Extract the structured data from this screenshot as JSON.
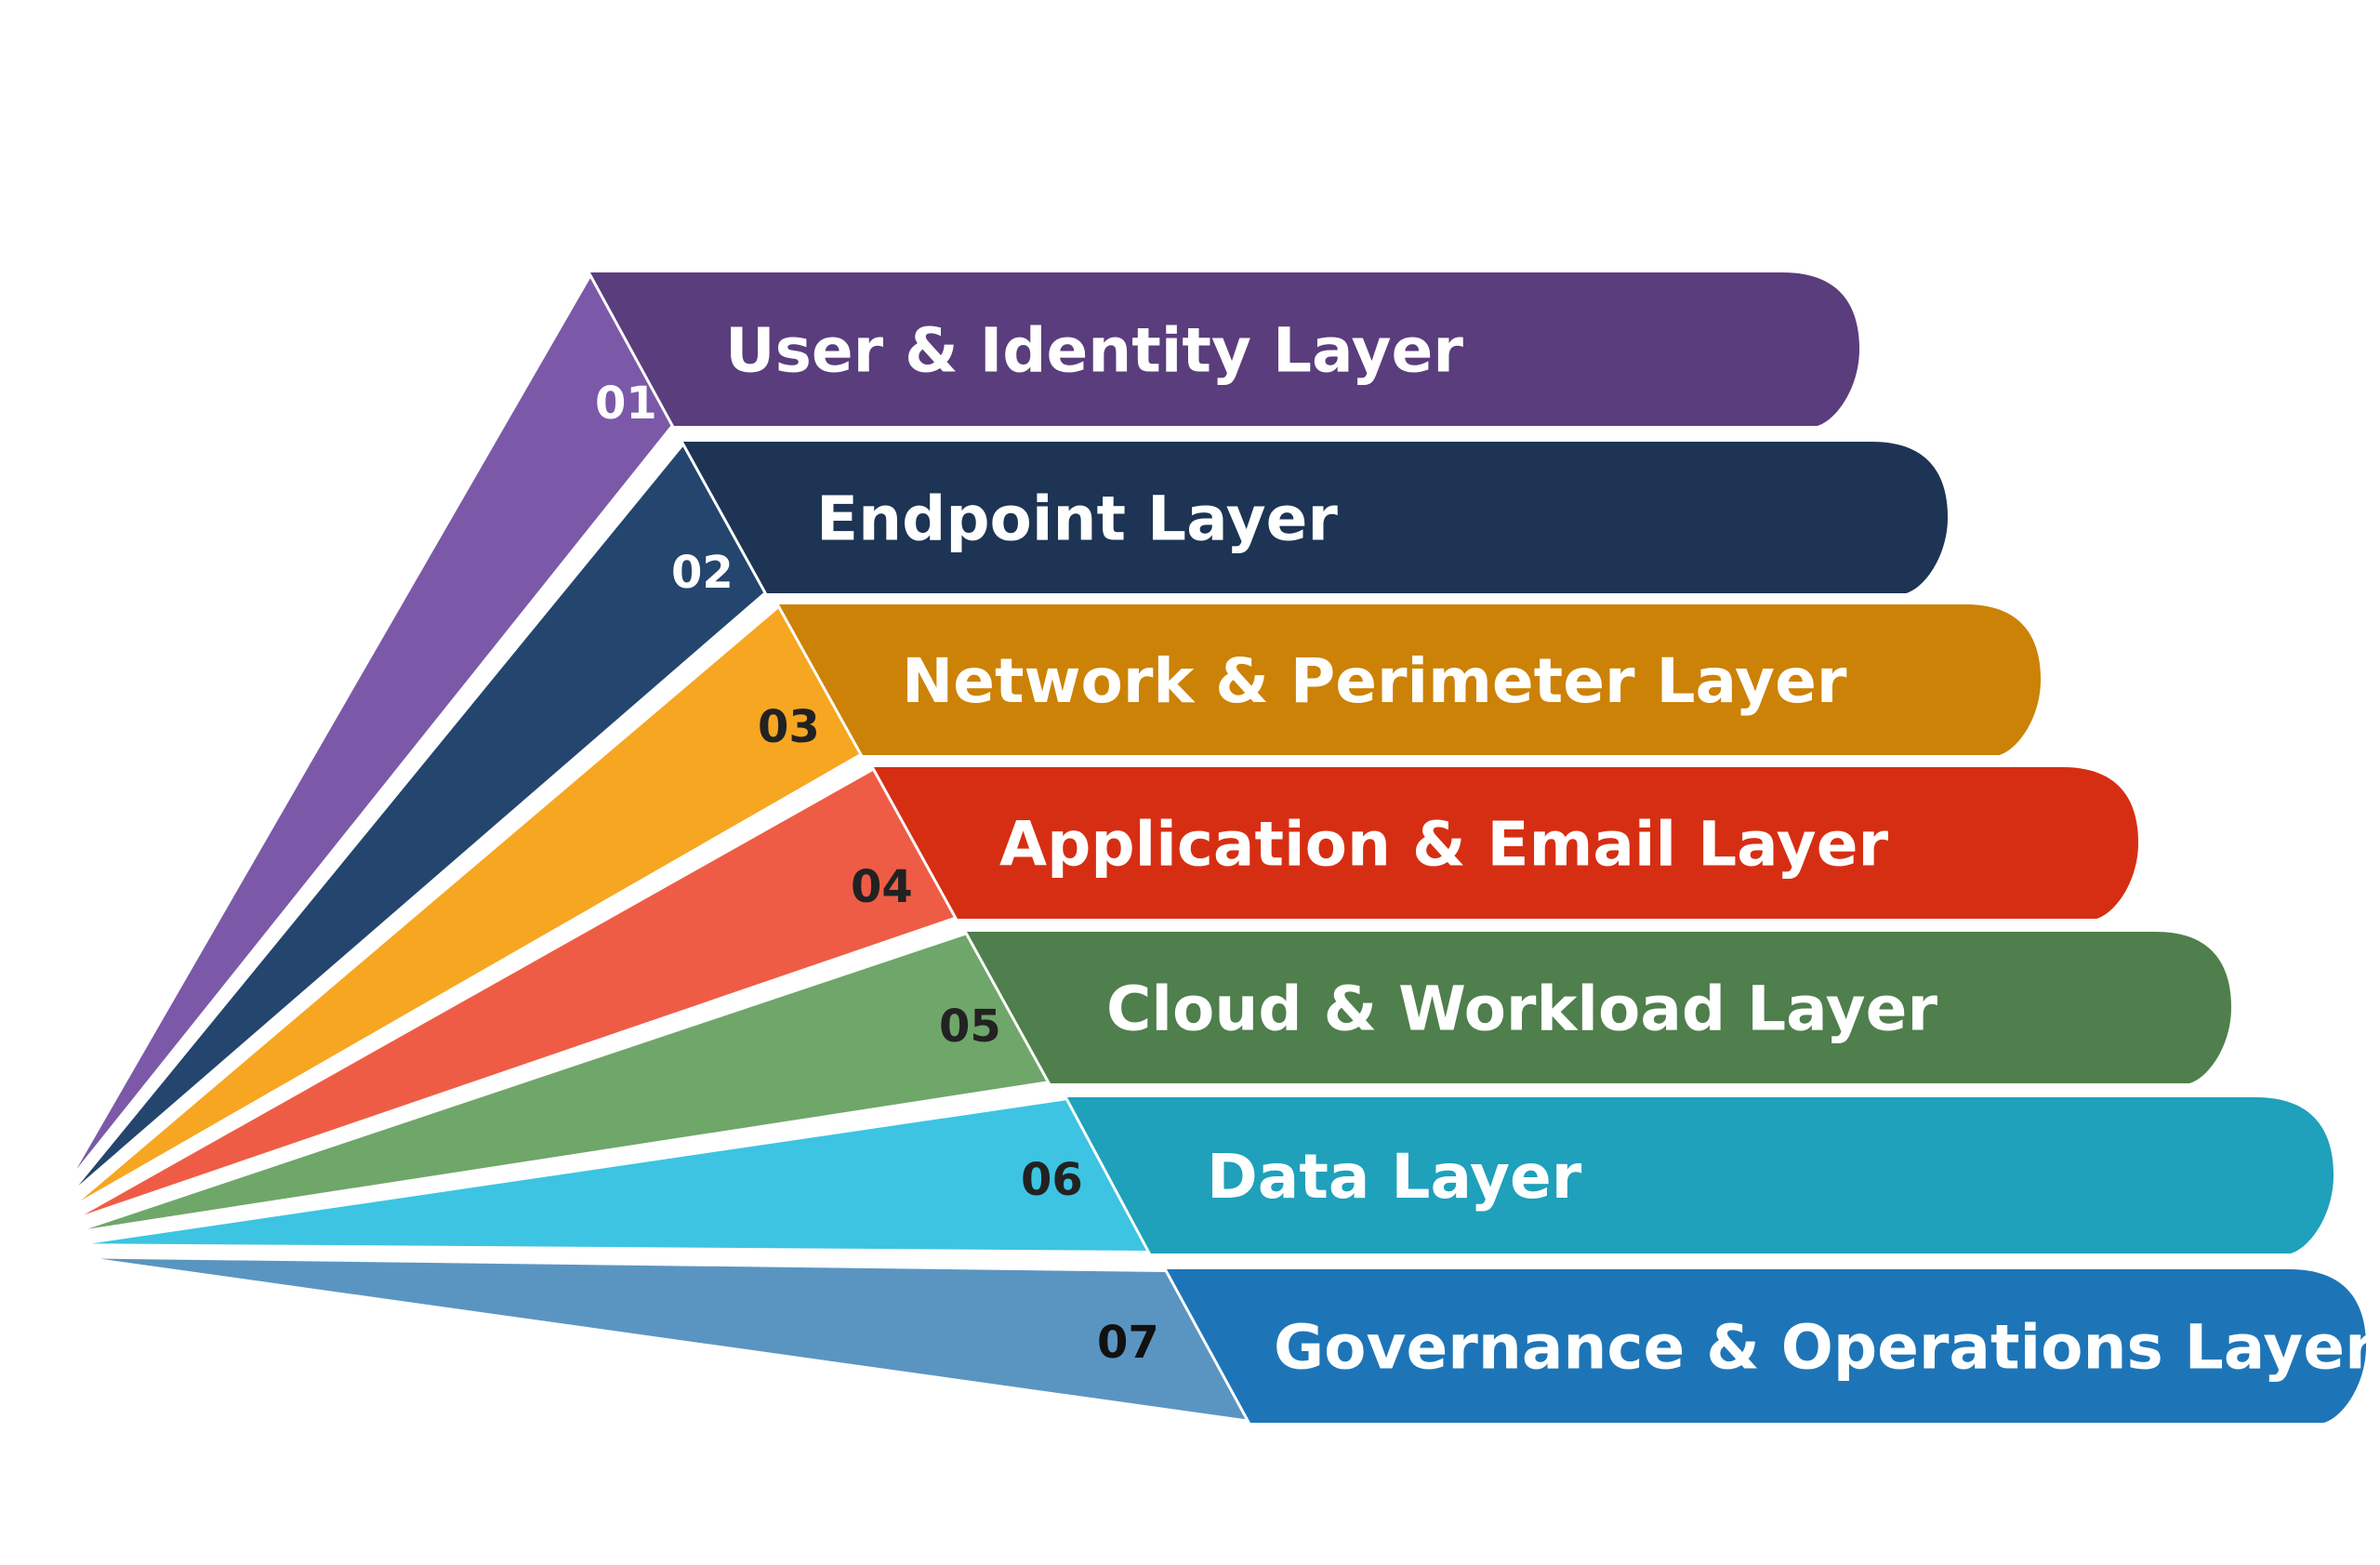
{
  "diagram": {
    "layers": [
      {
        "number": "01",
        "label": "User & Identity Layer",
        "band_color": "#5A3D7C",
        "wedge_color": "#7B59A8",
        "number_color": "#ffffff"
      },
      {
        "number": "02",
        "label": "Endpoint Layer",
        "band_color": "#1D3454",
        "wedge_color": "#24456D",
        "number_color": "#ffffff"
      },
      {
        "number": "03",
        "label": "Network & Perimeter Layer",
        "band_color": "#CC8206",
        "wedge_color": "#F7A622",
        "number_color": "#222222"
      },
      {
        "number": "04",
        "label": "Application & Email Layer",
        "band_color": "#D62E13",
        "wedge_color": "#EF5C46",
        "number_color": "#222222"
      },
      {
        "number": "05",
        "label": "Cloud & Workload Layer",
        "band_color": "#4F7F4C",
        "wedge_color": "#6FA66A",
        "number_color": "#222222"
      },
      {
        "number": "06",
        "label": "Data Layer",
        "band_color": "#1FA0BB",
        "wedge_color": "#3CC4E2",
        "number_color": "#222222"
      },
      {
        "number": "07",
        "label": "Governance & Operations Layer",
        "band_color": "#1D75B7",
        "wedge_color": "#5A95C2",
        "number_color": "#111111"
      }
    ]
  }
}
